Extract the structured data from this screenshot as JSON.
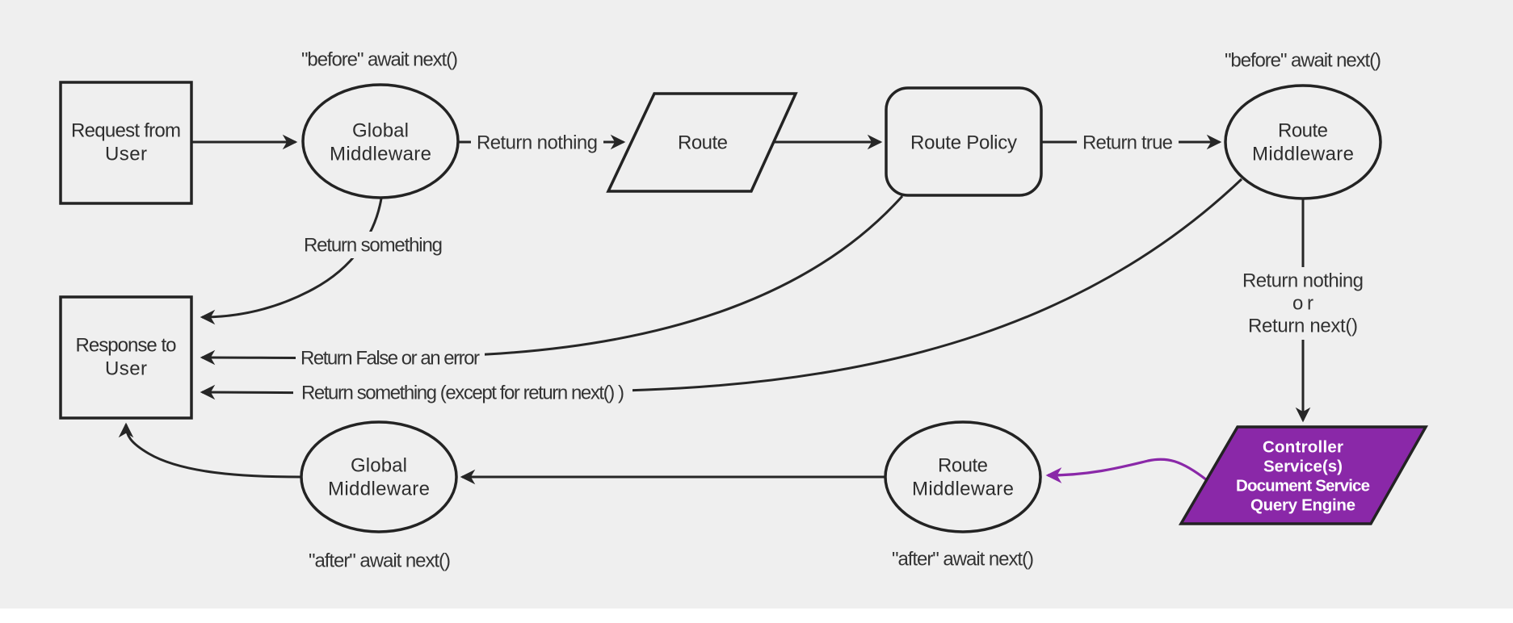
{
  "diagram": {
    "title_hint": "middleware request lifecycle flowchart",
    "colors": {
      "background": "#efefef",
      "node_stroke": "#232323",
      "edge_stroke": "#262626",
      "text": "#333333",
      "accent_purple_fill": "#8a28a8",
      "accent_purple_edge": "#8a28a8",
      "controller_text": "#ffffff",
      "bottom_strip": "#ffffff"
    },
    "nodes": {
      "request": {
        "line1": "Request from",
        "line2": "User"
      },
      "global_middleware_top": {
        "line1": "Global",
        "line2": "Middleware"
      },
      "route": {
        "label": "Route"
      },
      "route_policy": {
        "label": "Route Policy"
      },
      "route_middleware_top": {
        "line1": "Route",
        "line2": "Middleware"
      },
      "response": {
        "line1": "Response to",
        "line2": "User"
      },
      "controller": {
        "line1": "Controller",
        "line2": "Service(s)",
        "line3": "Document Service",
        "line4": "Query Engine"
      },
      "route_middleware_bottom": {
        "line1": "Route",
        "line2": "Middleware"
      },
      "global_middleware_bottom": {
        "line1": "Global",
        "line2": "Middleware"
      }
    },
    "labels": {
      "before_await_left": "\"before\" await next()",
      "before_await_right": "\"before\" await next()",
      "return_nothing_top": "Return nothing",
      "return_true": "Return true",
      "return_something": "Return something",
      "return_false_or_error": "Return False or an error",
      "return_something_except": "Return something (except for return next() )",
      "return_nothing_or_line1": "Return nothing",
      "return_nothing_or_line2": "or",
      "return_nothing_or_line3": "Return next()",
      "after_await_left": "\"after\" await next()",
      "after_await_right": "\"after\" await next()"
    }
  }
}
